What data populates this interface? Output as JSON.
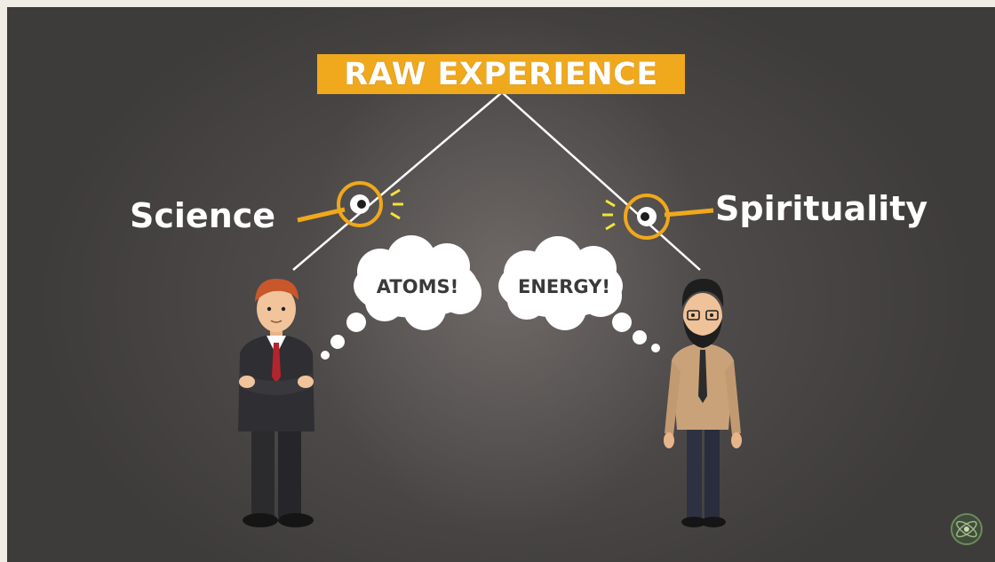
{
  "banner": {
    "title": "RAW EXPERIENCE"
  },
  "labels": {
    "left": "Science",
    "right": "Spirituality"
  },
  "bubbles": {
    "left": "ATOMS!",
    "right": "ENERGY!"
  },
  "colors": {
    "accent": "#f0a81c",
    "background": "#4a4746",
    "bubble": "#ffffff",
    "bubble_text": "#3a3a3a"
  },
  "icons": {
    "corner_logo": "atom-leaf-logo-icon"
  }
}
